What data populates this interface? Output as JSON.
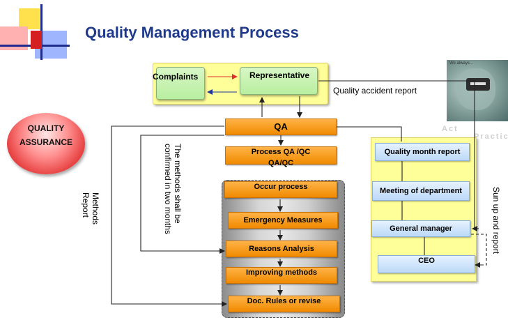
{
  "title": "Quality Management Process",
  "quality_assurance": {
    "line1": "QUALITY",
    "line2": "ASSURANCE"
  },
  "top_panel": {
    "complaints": "Complaints",
    "representative": "Representative"
  },
  "quality_accident_report": "Quality accident report",
  "photo_caption": {
    "line1": "Act",
    "line2": "Practic",
    "small": "We always..."
  },
  "qa": "QA",
  "process": {
    "line1": "Process QA /QC",
    "line2": "QA/QC"
  },
  "steps": [
    "Occur process",
    "Emergency Measures",
    "Reasons Analysis",
    "Improving methods",
    "Doc. Rules or revise"
  ],
  "left_note": {
    "line1": "The methods shall be",
    "line2": "confirmed in two months"
  },
  "methods_report": {
    "line1": "Methods",
    "line2": "Report"
  },
  "right_panel": [
    "Quality month report",
    "Meeting of department",
    "General manager",
    "CEO"
  ],
  "sun_up_report": "Sun up and report",
  "colors": {
    "title": "#1f3a8a",
    "orange": "#f08a00",
    "yellow_panel": "#ffff99",
    "green": "#c8f2b0",
    "blue": "#cfe4fb"
  }
}
